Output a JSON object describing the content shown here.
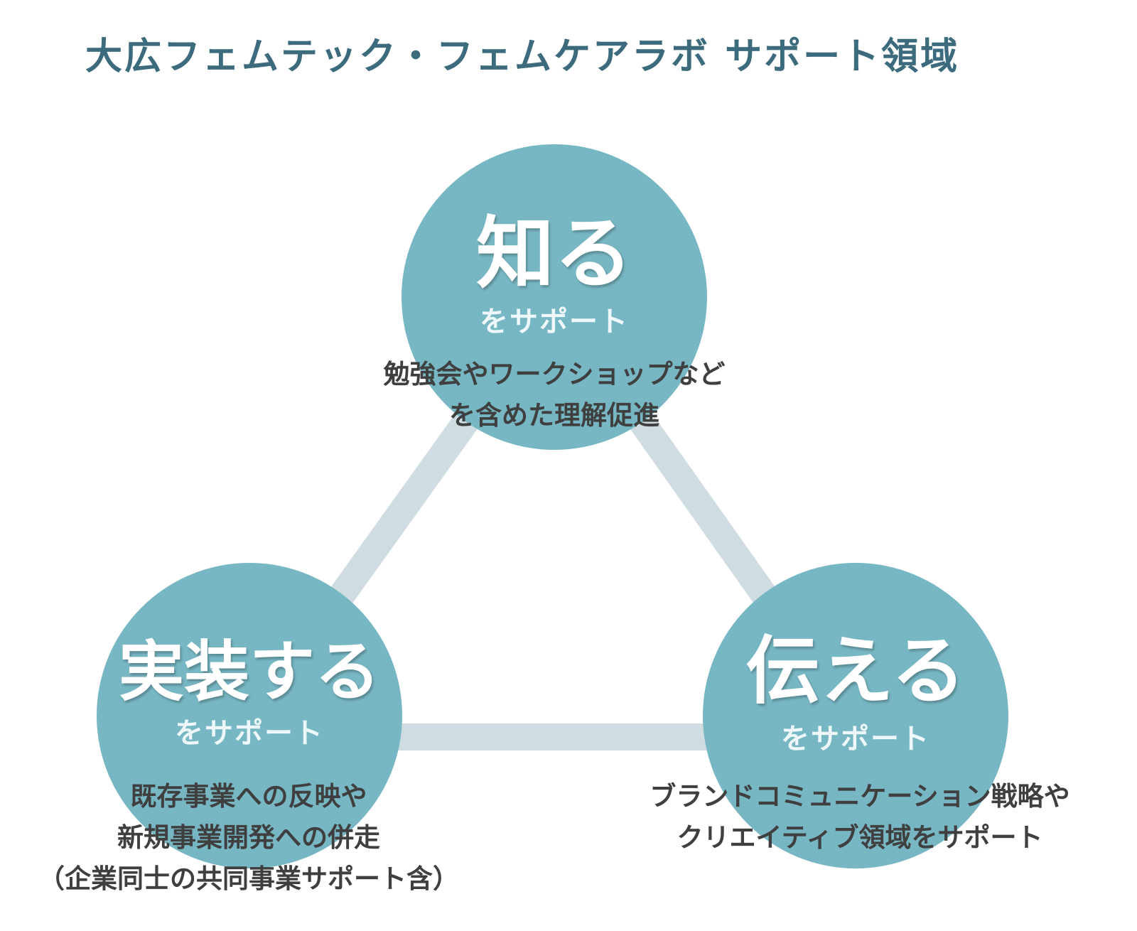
{
  "title": "大広フェムテック・フェムケアラボ サポート領域",
  "colors": {
    "title": "#3b6b7d",
    "circle": "#77b7c3",
    "connector": "#cfdde2",
    "description": "#3f3f3f",
    "circle_text": "#ffffff"
  },
  "nodes": {
    "know": {
      "label": "知る",
      "sub": "をサポート",
      "description": [
        "勉強会やワークショップなど",
        "を含めた理解促進"
      ]
    },
    "implement": {
      "label": "実装する",
      "sub": "をサポート",
      "description": [
        "既存事業への反映や",
        "新規事業開発への併走",
        "（企業同士の共同事業サポート含）"
      ]
    },
    "convey": {
      "label": "伝える",
      "sub": "をサポート",
      "description": [
        "ブランドコミュニケーション戦略や",
        "クリエイティブ領域をサポート"
      ]
    }
  }
}
